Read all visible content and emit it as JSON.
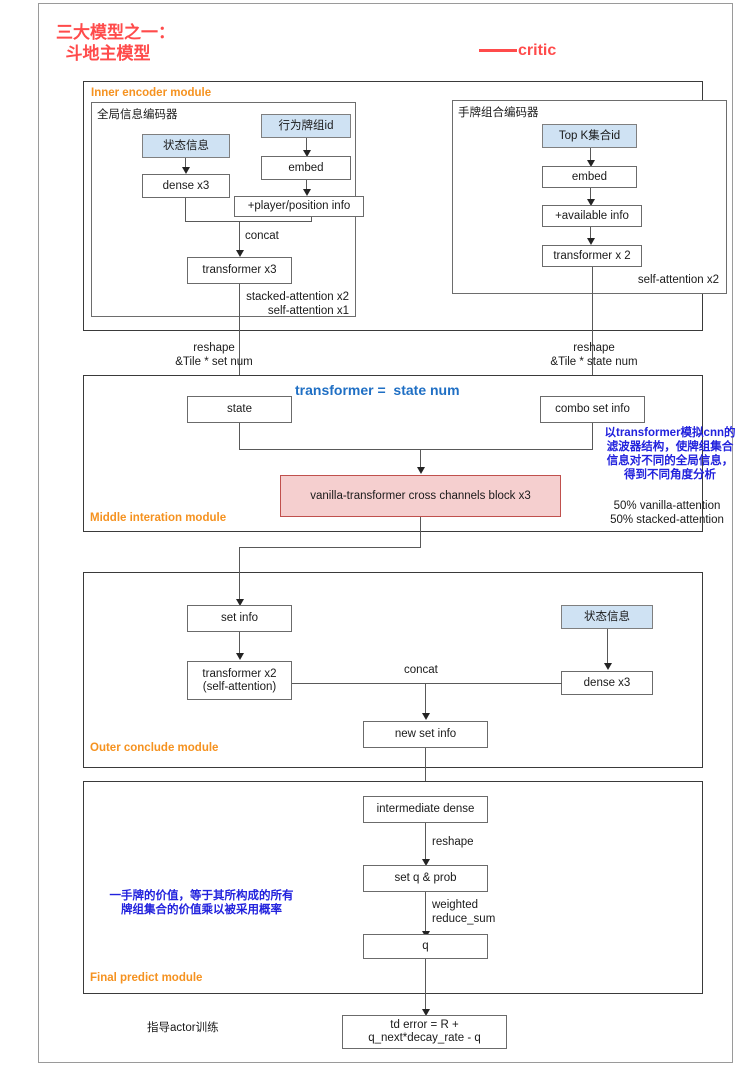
{
  "header": {
    "title": "三大模型之一：\n  斗地主模型",
    "critic_label": "critic"
  },
  "modules": [
    {
      "id": "inner-encoder",
      "label": "Inner encoder module",
      "subgroups": [
        {
          "id": "global-info-encoder",
          "label": "全局信息编码器",
          "nodes": [
            {
              "id": "state-info",
              "text": "状态信息",
              "style": "blue"
            },
            {
              "id": "dense-x3",
              "text": "dense x3",
              "style": "plain"
            },
            {
              "id": "action-card-group-id",
              "text": "行为牌组id",
              "style": "blue"
            },
            {
              "id": "embed",
              "text": "embed",
              "style": "plain"
            },
            {
              "id": "player-position-info",
              "text": "+player/position info",
              "style": "plain"
            },
            {
              "id": "transformer-x3",
              "text": "transformer x3",
              "style": "plain"
            }
          ],
          "edge_labels": [
            "concat"
          ],
          "notes": [
            "stacked-attention x2\nself-attention x1"
          ]
        },
        {
          "id": "hand-combo-encoder",
          "label": "手牌组合编码器",
          "nodes": [
            {
              "id": "top-k-set-id",
              "text": "Top K集合id",
              "style": "blue"
            },
            {
              "id": "embed2",
              "text": "embed",
              "style": "plain"
            },
            {
              "id": "available-info",
              "text": "+available info",
              "style": "plain"
            },
            {
              "id": "transformer-x2",
              "text": "transformer x 2",
              "style": "plain"
            }
          ],
          "notes": [
            "self-attention x2"
          ]
        }
      ]
    },
    {
      "id": "middle-interaction",
      "label": "Middle interation module",
      "heading": "transformer =  state num",
      "nodes": [
        {
          "id": "state",
          "text": "state",
          "style": "plain"
        },
        {
          "id": "combo-set-info",
          "text": "combo set info",
          "style": "plain"
        },
        {
          "id": "cross-channels-block",
          "text": "vanilla-transformer cross channels block x3",
          "style": "pink"
        }
      ],
      "annotation": "以transformer模拟cnn的\n滤波器结构，使牌组集合\n信息对不同的全局信息，\n得到不同角度分析",
      "notes": [
        "50% vanilla-attention\n50% stacked-attention"
      ]
    },
    {
      "id": "outer-conclude",
      "label": "Outer conclude module",
      "nodes": [
        {
          "id": "set-info",
          "text": "set info",
          "style": "plain"
        },
        {
          "id": "transformer-x2-self",
          "text": "transformer x2\n(self-attention)",
          "style": "plain"
        },
        {
          "id": "state-info-2",
          "text": "状态信息",
          "style": "blue"
        },
        {
          "id": "dense-x3-2",
          "text": "dense x3",
          "style": "plain"
        },
        {
          "id": "new-set-info",
          "text": "new set info",
          "style": "plain"
        }
      ],
      "edge_labels": [
        "concat"
      ]
    },
    {
      "id": "final-predict",
      "label": "Final predict module",
      "nodes": [
        {
          "id": "intermediate-dense",
          "text": "intermediate dense",
          "style": "plain"
        },
        {
          "id": "set-q-prob",
          "text": "set q & prob",
          "style": "plain"
        },
        {
          "id": "q",
          "text": "q",
          "style": "plain"
        }
      ],
      "edge_labels": [
        "reshape",
        "weighted\nreduce_sum"
      ],
      "annotation": "一手牌的价值，等于其所构成的所有\n牌组集合的价值乘以被采用概率"
    }
  ],
  "connectors": {
    "reshape_left": "reshape\n&Tile * set num",
    "reshape_right": "reshape\n&Tile * state num"
  },
  "footer": {
    "guide_note": "指导actor训练",
    "td_error": "td error = R +\nq_next*decay_rate - q"
  },
  "colors": {
    "title_red": "#ff4b4b",
    "module_label_orange": "#f59220",
    "node_blue": "#cfe2f3",
    "node_pink": "#f5cfcf",
    "annotation_blue": "#2222dd",
    "heading_blue": "#1f6fc4"
  }
}
